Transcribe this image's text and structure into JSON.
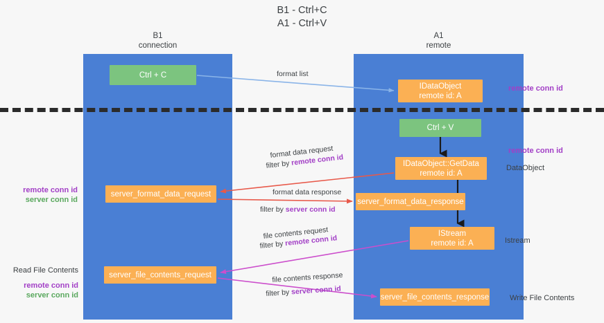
{
  "title": {
    "line1": "B1 - Ctrl+C",
    "line2": "A1 - Ctrl+V"
  },
  "lanes": [
    {
      "name": "B1",
      "sublabel": "connection"
    },
    {
      "name": "A1",
      "sublabel": "remote"
    }
  ],
  "nodes": {
    "ctrl_c": {
      "label": "Ctrl + C",
      "color": "#7cc47f"
    },
    "idataobject": {
      "label": "IDataObject",
      "sublabel": "remote id: A",
      "color": "#fbb054"
    },
    "ctrl_v": {
      "label": "Ctrl + V",
      "color": "#7cc47f"
    },
    "getdata": {
      "label": "IDataObject::GetData",
      "sublabel": "remote id: A",
      "color": "#fbb054"
    },
    "server_format_data_request": {
      "label": "server_format_data_request",
      "color": "#fbb054"
    },
    "server_format_data_response": {
      "label": "server_format_data_response",
      "color": "#fbb054"
    },
    "istream": {
      "label": "IStream",
      "sublabel": "remote id: A",
      "color": "#fbb054"
    },
    "server_file_contents_request": {
      "label": "server_file_contents_request",
      "color": "#fbb054"
    },
    "server_file_contents_response": {
      "label": "server_file_contents_response",
      "color": "#fbb054"
    }
  },
  "edge_labels": {
    "format_list": "format list",
    "format_data_request": "format data request",
    "format_data_request_filter_prefix": "filter by ",
    "format_data_request_filter_key": "remote conn id",
    "format_data_response": "format data response",
    "format_data_response_filter_prefix": "filter by ",
    "format_data_response_filter_key": "server conn id",
    "file_contents_request": "file contents request",
    "file_contents_request_filter_prefix": "filter by ",
    "file_contents_request_filter_key": "remote conn id",
    "file_contents_response": "file contents response",
    "file_contents_response_filter_prefix": "filter by ",
    "file_contents_response_filter_key": "server conn id"
  },
  "side_labels": {
    "remote_conn_id_top": "remote conn id",
    "remote_conn_id_mid": "remote conn id",
    "dataobject": "DataObject",
    "istream": "Istream",
    "write_file_contents": "Write File Contents",
    "left_mid_remote": "remote conn id",
    "left_mid_server": "server conn id",
    "read_file_contents": "Read File Contents",
    "left_bottom_remote": "remote conn id",
    "left_bottom_server": "server conn id"
  },
  "colors": {
    "lane": "#4a7fd4",
    "green_node": "#7cc47f",
    "orange_node": "#fbb054",
    "purple_key": "#a23fc6",
    "green_key": "#5aa85e",
    "arrow_blue": "#8ab4e8",
    "arrow_red": "#e8594a",
    "arrow_magenta": "#cc4ecc",
    "arrow_black": "#1a1a1a",
    "divider": "#2b2b2b",
    "background": "#f7f7f7"
  }
}
